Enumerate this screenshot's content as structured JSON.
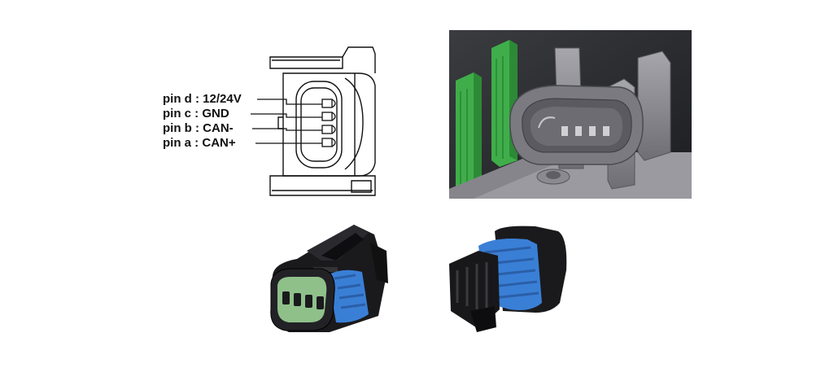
{
  "pinout": {
    "pins": [
      {
        "id": "d",
        "prefix": "pin d",
        "signal": "12/24V"
      },
      {
        "id": "c",
        "prefix": "pin c",
        "signal": "GND"
      },
      {
        "id": "b",
        "prefix": "pin b",
        "signal": "CAN-"
      },
      {
        "id": "a",
        "prefix": "pin a",
        "signal": "CAN+"
      }
    ]
  },
  "colors": {
    "cad_background": "#2b2d30",
    "cad_green": "#3fae4a",
    "cad_housing": "#8c8c92",
    "connector_body": "#1a1a1c",
    "seal_blue": "#3a7fd6",
    "terminal_green": "#8fc08a"
  }
}
